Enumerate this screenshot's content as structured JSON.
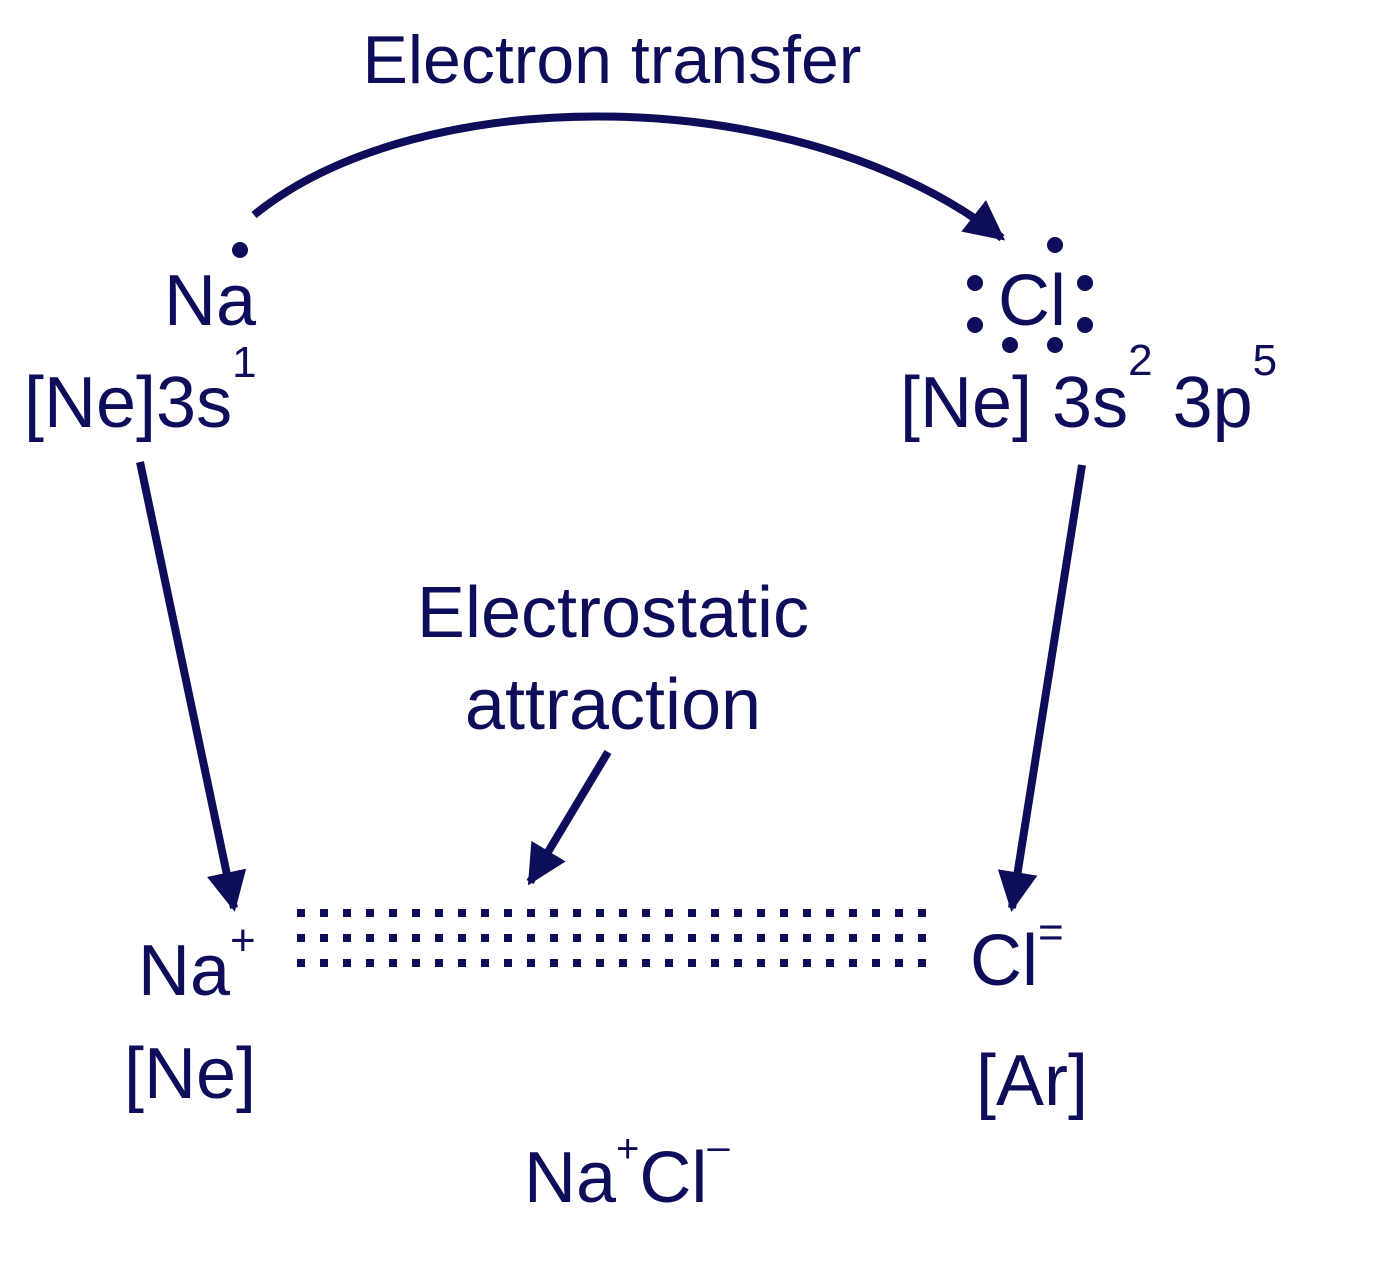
{
  "colors": {
    "ink": "#0d0d5a",
    "background": "#ffffff"
  },
  "title": "Electron transfer",
  "sodium_atom": {
    "symbol": "Na",
    "config_base": "[Ne]3s",
    "config_sup": "1",
    "valence_electrons": 1
  },
  "chlorine_atom": {
    "symbol": "Cl",
    "config_base": "[Ne] 3s",
    "config_sup1": "2",
    "config_mid": " 3p",
    "config_sup2": "5",
    "valence_electrons": 7
  },
  "sodium_ion": {
    "symbol": "Na",
    "charge": "+",
    "config": "[Ne]"
  },
  "chloride_ion": {
    "symbol": "Cl",
    "charge": "=",
    "config": "[Ar]"
  },
  "attraction": {
    "line1": "Electrostatic",
    "line2": "attraction"
  },
  "compound": {
    "cation": "Na",
    "cation_charge": "+",
    "anion": "Cl",
    "anion_charge": "–"
  }
}
